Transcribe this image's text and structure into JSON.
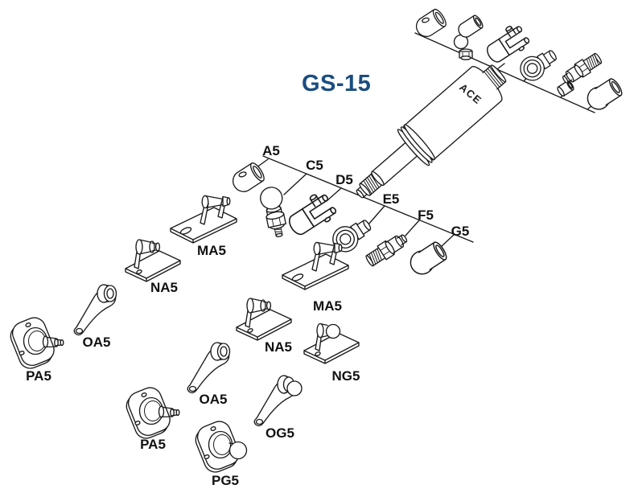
{
  "title": "GS-15",
  "product": {
    "brand": "ACE",
    "type": "gas-spring-cylinder"
  },
  "colors": {
    "title": "#1b4d80",
    "line_art": "#1a1a1a",
    "label_text": "#111111",
    "background": "#ffffff"
  },
  "rod_end_accessories": {
    "a5": {
      "label": "A5",
      "shape": "eyelet-sleeve"
    },
    "c5": {
      "label": "C5",
      "shape": "ball-socket-joint"
    },
    "d5": {
      "label": "D5",
      "shape": "clevis-fork"
    },
    "e5": {
      "label": "E5",
      "shape": "rod-end-eye"
    },
    "f5": {
      "label": "F5",
      "shape": "threaded-stud"
    },
    "g5": {
      "label": "G5",
      "shape": "ball-cup"
    }
  },
  "body_end_accessories": {
    "shapes": [
      "eyelet-sleeve",
      "angled-ball-socket",
      "clevis-fork",
      "rod-end-eye",
      "threaded-stud",
      "spacer-sleeve",
      "ball-cup"
    ]
  },
  "mounting_brackets": {
    "ma5_left": {
      "label": "MA5",
      "shape": "clevis-mounting-bracket"
    },
    "na5_left": {
      "label": "NA5",
      "shape": "pin-mounting-bracket"
    },
    "oa5_left": {
      "label": "OA5",
      "shape": "lever-arm-bracket"
    },
    "pa5_left": {
      "label": "PA5",
      "shape": "flange-stud-mount"
    },
    "ma5_mid": {
      "label": "MA5",
      "shape": "clevis-mounting-bracket"
    },
    "na5_mid": {
      "label": "NA5",
      "shape": "pin-mounting-bracket"
    },
    "ng5": {
      "label": "NG5",
      "shape": "ball-stud-bracket"
    },
    "oa5_mid": {
      "label": "OA5",
      "shape": "lever-arm-bracket"
    },
    "og5": {
      "label": "OG5",
      "shape": "ball-lever-bracket"
    },
    "pa5_mid": {
      "label": "PA5",
      "shape": "flange-stud-mount"
    },
    "pg5": {
      "label": "PG5",
      "shape": "ball-flange-mount"
    }
  }
}
